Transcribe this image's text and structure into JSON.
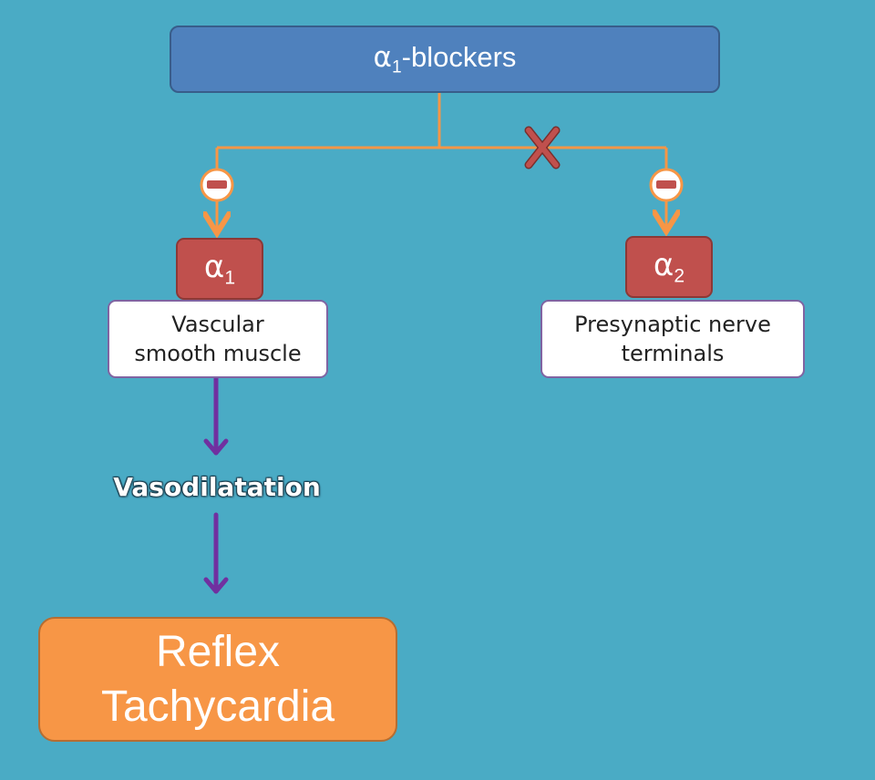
{
  "drug": {
    "symbol": "α",
    "subscript": "1",
    "suffix": "-blockers"
  },
  "receptors": {
    "left": {
      "symbol": "α",
      "subscript": "1"
    },
    "right": {
      "symbol": "α",
      "subscript": "2"
    }
  },
  "tissues": {
    "left": {
      "line1": "Vascular",
      "line2": "smooth muscle"
    },
    "right": {
      "line1": "Presynaptic nerve",
      "line2": "terminals"
    }
  },
  "effect": "Vasodilatation",
  "outcome": {
    "line1": "Reflex",
    "line2": "Tachycardia"
  },
  "colors": {
    "background": "#4aabc5",
    "drug_box": "#4f81bd",
    "receptor_box": "#c0504d",
    "tissue_border": "#8064a2",
    "connector": "#f79646",
    "arrow": "#7030a0",
    "outcome_box": "#f79646",
    "block_mark": "#c0504d"
  },
  "icons": {
    "inhibit": "minus-circle-icon",
    "block": "cross-icon"
  }
}
